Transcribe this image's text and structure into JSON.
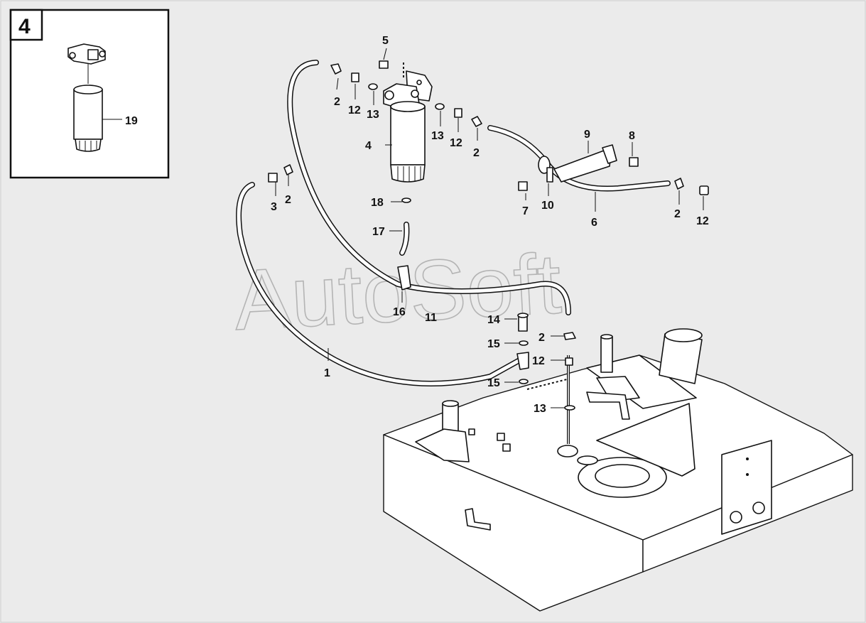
{
  "inset": {
    "view_number": "4",
    "labels": [
      {
        "id": "19",
        "text": "19"
      }
    ]
  },
  "callouts": [
    {
      "id": "c1",
      "text": "1"
    },
    {
      "id": "c2a",
      "text": "2"
    },
    {
      "id": "c2b",
      "text": "2"
    },
    {
      "id": "c2c",
      "text": "2"
    },
    {
      "id": "c2d",
      "text": "2"
    },
    {
      "id": "c2e",
      "text": "2"
    },
    {
      "id": "c3",
      "text": "3"
    },
    {
      "id": "c4",
      "text": "4"
    },
    {
      "id": "c5",
      "text": "5"
    },
    {
      "id": "c6",
      "text": "6"
    },
    {
      "id": "c7",
      "text": "7"
    },
    {
      "id": "c8",
      "text": "8"
    },
    {
      "id": "c9",
      "text": "9"
    },
    {
      "id": "c10",
      "text": "10"
    },
    {
      "id": "c11",
      "text": "11"
    },
    {
      "id": "c12a",
      "text": "12"
    },
    {
      "id": "c12b",
      "text": "12"
    },
    {
      "id": "c12c",
      "text": "12"
    },
    {
      "id": "c12d",
      "text": "12"
    },
    {
      "id": "c13a",
      "text": "13"
    },
    {
      "id": "c13b",
      "text": "13"
    },
    {
      "id": "c13c",
      "text": "13"
    },
    {
      "id": "c14",
      "text": "14"
    },
    {
      "id": "c15a",
      "text": "15"
    },
    {
      "id": "c15b",
      "text": "15"
    },
    {
      "id": "c16",
      "text": "16"
    },
    {
      "id": "c17",
      "text": "17"
    },
    {
      "id": "c18",
      "text": "18"
    }
  ],
  "watermark": "AutoSoft",
  "colors": {
    "background": "#ebebeb",
    "line": "#111111",
    "watermark": "#888888"
  }
}
